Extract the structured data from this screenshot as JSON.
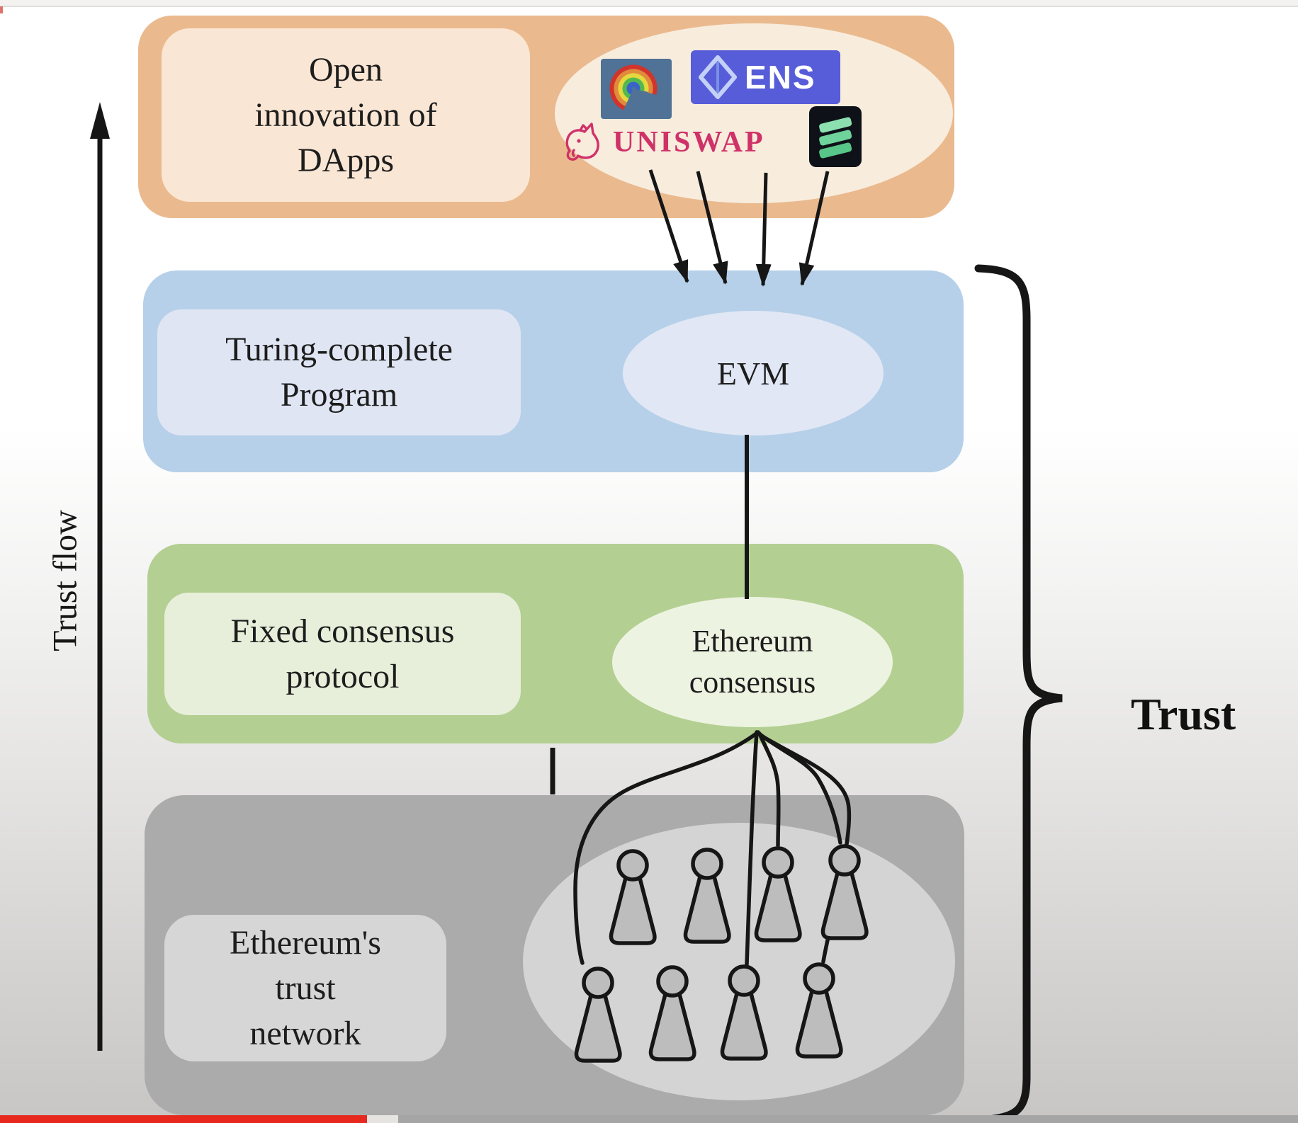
{
  "diagram": {
    "dapps_layer": {
      "label": [
        "Open",
        "innovation of",
        "DApps"
      ],
      "ens_text": "ENS",
      "uniswap_text": "UNISWAP"
    },
    "program_layer": {
      "label": [
        "Turing-complete",
        "Program"
      ],
      "ellipse": "EVM"
    },
    "consensus_layer": {
      "label": [
        "Fixed consensus",
        "protocol"
      ],
      "ellipse": [
        "Ethereum",
        "consensus"
      ]
    },
    "network_layer": {
      "label": [
        "Ethereum's",
        "trust",
        "network"
      ]
    },
    "axis_label": "Trust flow",
    "brace_label": "Trust"
  },
  "colors": {
    "dapps-box": "#eaba8e",
    "dapps-label": "#fae6d4",
    "dapps-ellipse": "#f8ecdd",
    "program-box": "#b6d0e9",
    "program-label": "#dfe5f3",
    "program-ellipse": "#e1e7f4",
    "consensus-box": "#b3cf92",
    "consensus-label": "#e7efda",
    "consensus-ellipse": "#edf3e1",
    "network-box": "#ababab",
    "network-label": "#d6d6d6",
    "network-ellipse": "#d4d4d4",
    "person-fill": "#bdbdbd",
    "ink": "#161616",
    "ens-bg": "#575cd8",
    "ens-diamond": "#c3d0f8",
    "uniswap-pink": "#cf3268",
    "compound-bg": "#0e1118",
    "compound-green": "#74d6a2",
    "curve-bg": "#4f7296",
    "progress-red": "#e6281e",
    "progress-buffer": "#e6e4e1",
    "progress-track": "#a5a5a5"
  }
}
